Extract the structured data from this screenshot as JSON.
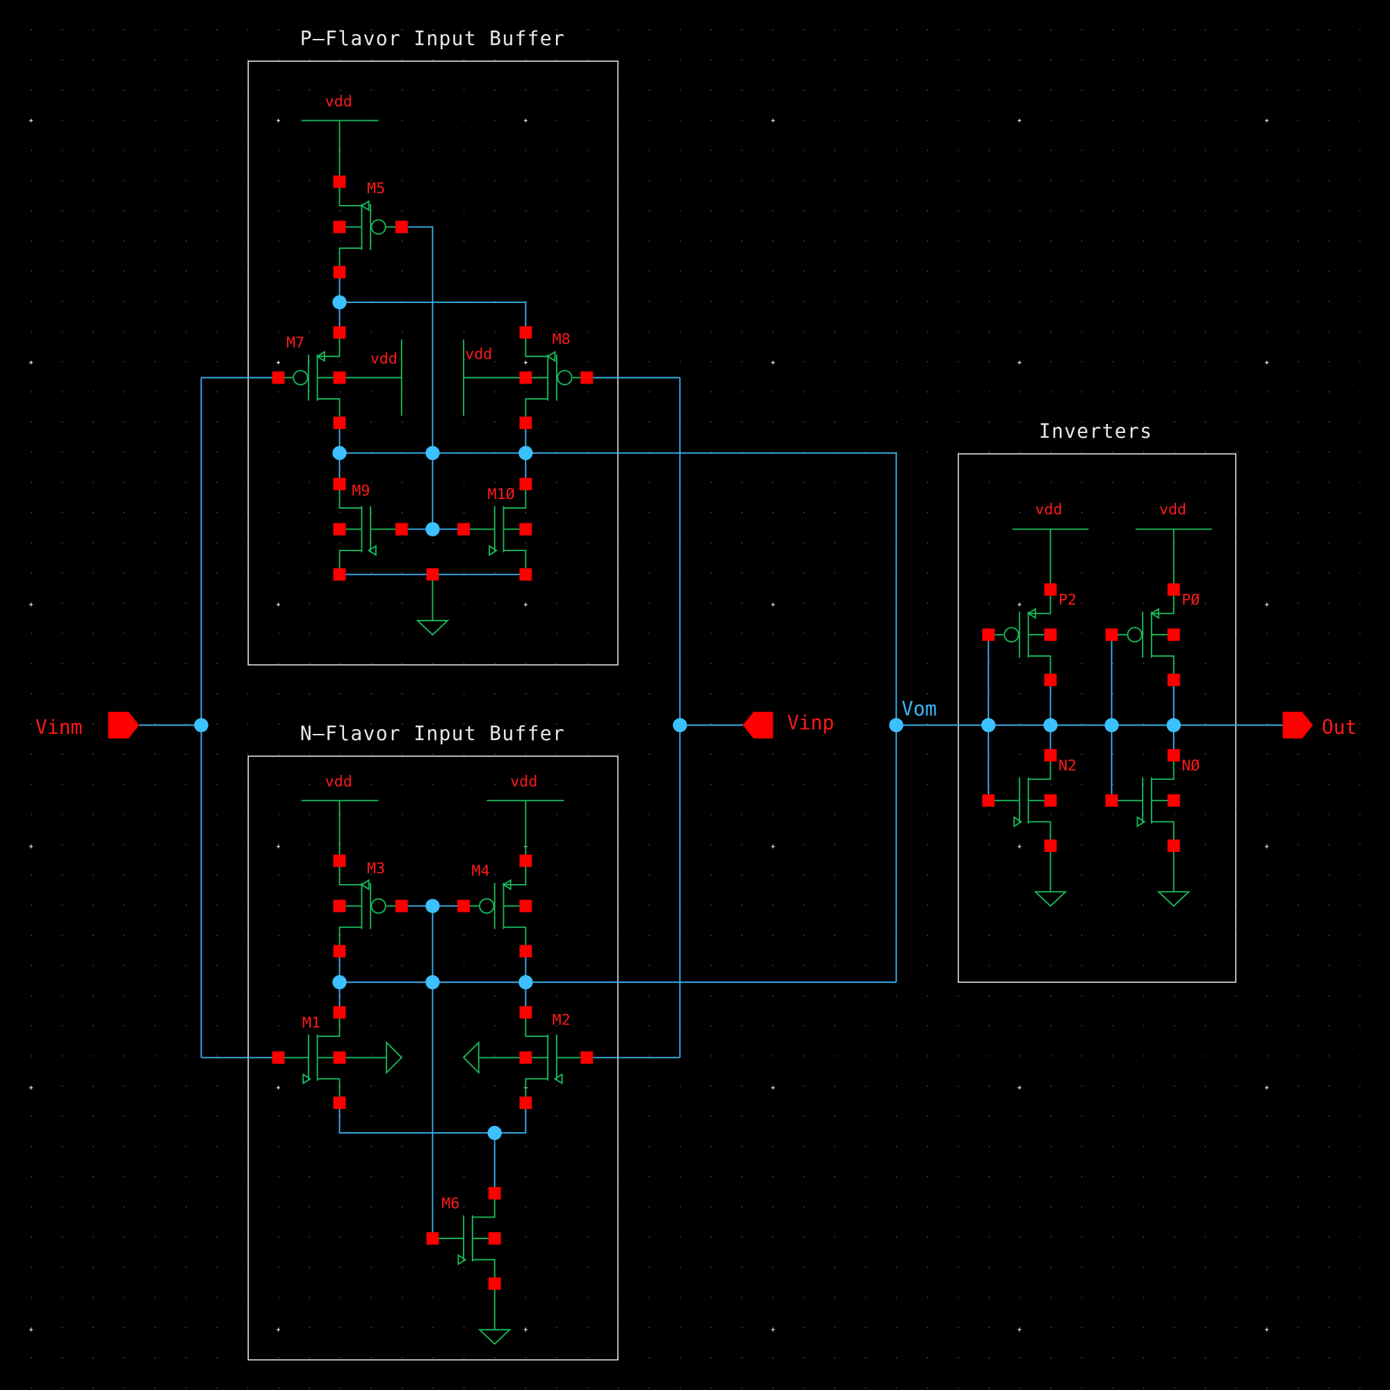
{
  "blocks": {
    "p_buffer_title": "P—Flavor Input Buffer",
    "n_buffer_title": "N—Flavor Input Buffer",
    "inverters_title": "Inverters"
  },
  "pins": {
    "vinm": "Vinm",
    "vinp": "Vinp",
    "out": "Out"
  },
  "nets": {
    "vom": "Vom"
  },
  "supply_label": "vdd",
  "devices": {
    "m5": "M5",
    "m7": "M7",
    "m8": "M8",
    "m9": "M9",
    "m10": "M1Ø",
    "m3": "M3",
    "m4": "M4",
    "m1": "M1",
    "m2": "M2",
    "m6": "M6",
    "p2": "P2",
    "p0": "PØ",
    "n2": "N2",
    "n0": "NØ"
  },
  "colors": {
    "wire": "#3ab0ee",
    "device": "#19b85a",
    "pin": "#ff0000",
    "border": "#f0f0f0"
  }
}
